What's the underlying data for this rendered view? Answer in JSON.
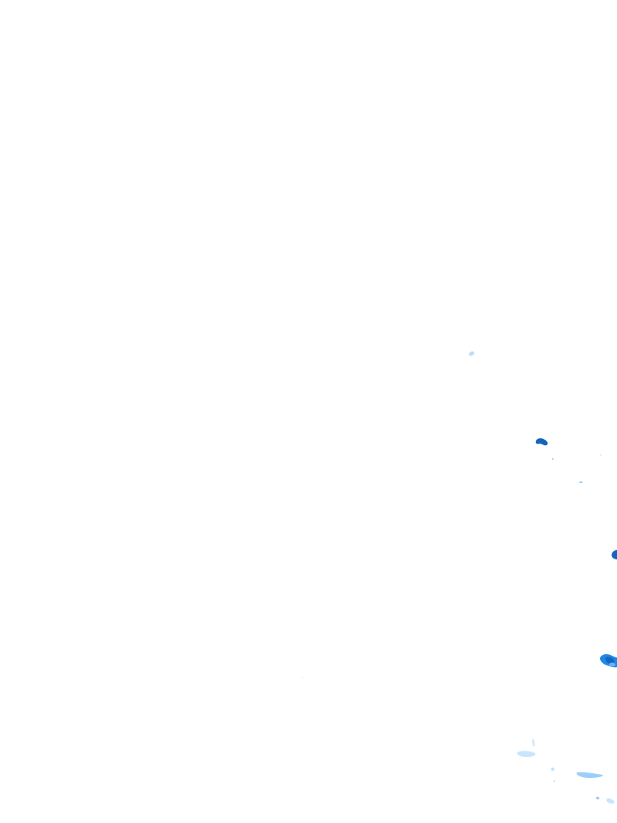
{
  "colors": {
    "background": "#ffffff",
    "echo_strong": "#1565c0",
    "echo_medium": "#1e88e5",
    "echo_light": "#64b5f6",
    "echo_faint": "#bbdefb"
  },
  "echo_levels": [
    "faint",
    "light",
    "medium",
    "strong"
  ]
}
